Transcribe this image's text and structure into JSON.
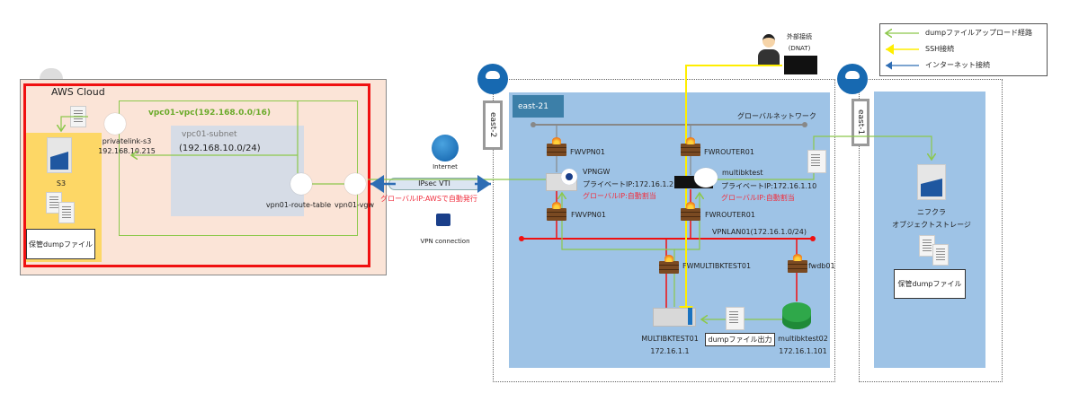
{
  "legend": {
    "items": [
      {
        "label": "dumpファイルアップロード経路",
        "color": "#8cc84b"
      },
      {
        "label": "SSH接続",
        "color": "#ffee00"
      },
      {
        "label": "インターネット接続",
        "color": "#2e6db4"
      }
    ]
  },
  "external": {
    "label_line1": "外部接続",
    "label_line2": "(DNAT)"
  },
  "aws": {
    "title": "AWS Cloud",
    "vpc_label": "vpc01-vpc(192.168.0.0/16)",
    "subnet_label": "vpc01-subnet",
    "subnet_cidr": "(192.168.10.0/24)",
    "privatelink_name": "privatelink-s3",
    "privatelink_ip": "192.168.10.215",
    "route_table": "vpn01-route-table",
    "vgw": "vpn01-vgw",
    "s3_label": "S3",
    "s3_files": "保管dumpファイル"
  },
  "vpn": {
    "internet": "Internet",
    "tunnel": "IPsec VTI",
    "tunnel_note": "グローバルIP:AWSで自動発行",
    "connection": "VPN connection"
  },
  "nifcloud_east2": {
    "logo": "NIFCLOUD",
    "region_tab": "east-2",
    "zone": "east-21",
    "global_network": "グローバルネットワーク",
    "fw_vpn_top": "FWVPN01",
    "fw_vpn_bottom": "FWVPN01",
    "vpngw": {
      "name": "VPNGW",
      "private_ip": "プライベートIP:172.16.1.2",
      "global_ip": "グローバルIP:自動割当"
    },
    "fw_router_top": "FWROUTER01",
    "fw_router_bottom": "FWROUTER01",
    "router": {
      "name": "multibktest",
      "private_ip": "プライベートIP:172.16.1.10",
      "global_ip": "グローバルIP:自動割当"
    },
    "lan": "VPNLAN01(172.16.1.0/24)",
    "fw_multi": "FWMULTIBKTEST01",
    "fw_db": "fwdb01",
    "server": {
      "name": "MULTIBKTEST01",
      "ip": "172.16.1.1"
    },
    "dump_output": "dumpファイル出力",
    "db": {
      "name": "multibktest02",
      "ip": "172.16.1.101"
    }
  },
  "nifcloud_east1": {
    "logo": "NIFCLOUD",
    "region_tab": "east-1",
    "storage_line1": "ニフクラ",
    "storage_line2": "オブジェクトストレージ",
    "files": "保管dumpファイル"
  }
}
